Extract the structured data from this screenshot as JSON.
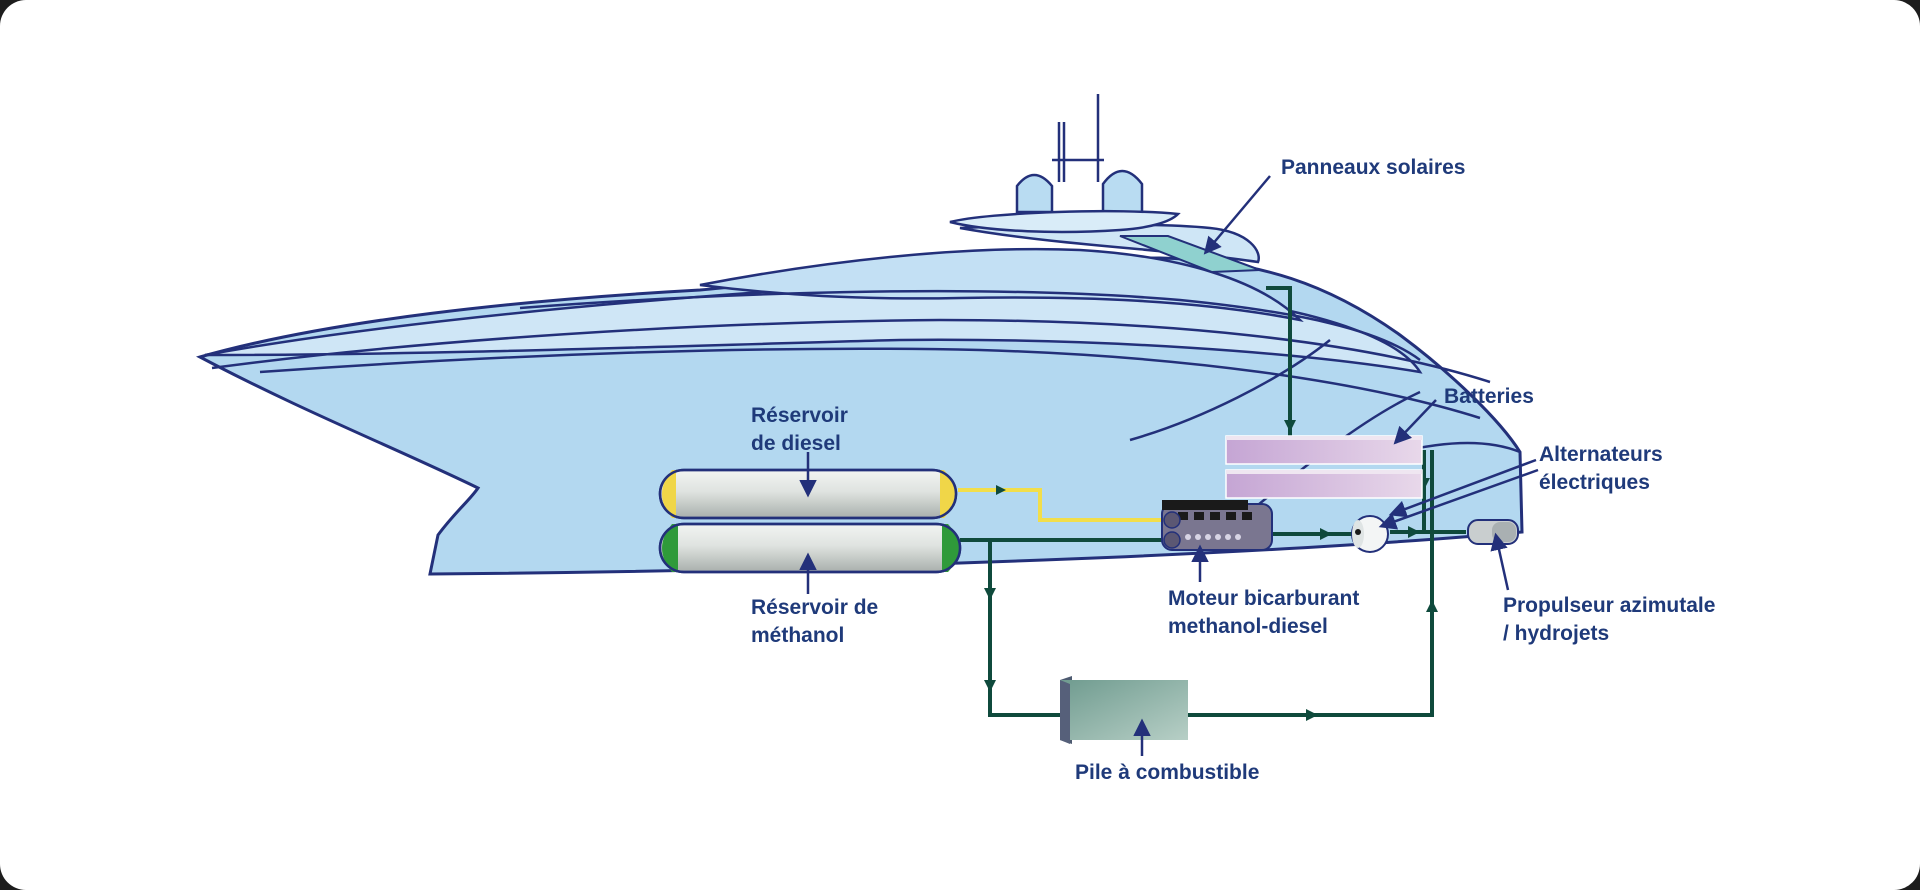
{
  "labels": {
    "solar_panels": "Panneaux solaires",
    "batteries": "Batteries",
    "alternators_line1": "Alternateurs",
    "alternators_line2": "électriques",
    "diesel_tank_line1": "Réservoir",
    "diesel_tank_line2": "de diesel",
    "methanol_tank_line1": "Réservoir de",
    "methanol_tank_line2": "méthanol",
    "engine_line1": "Moteur bicarburant",
    "engine_line2": "methanol-diesel",
    "propulsor_line1": "Propulseur azimutale",
    "propulsor_line2": "/ hydrojets",
    "fuel_cell": "Pile à combustible"
  },
  "colors": {
    "label_text": "#1f3a7a",
    "hull_fill": "#b3d8f0",
    "hull_outline": "#23307a",
    "diesel_line": "#f2de4a",
    "methanol_line": "#0f4a3c",
    "diesel_cap": "#f0d648",
    "methanol_cap": "#2f9a3a"
  }
}
